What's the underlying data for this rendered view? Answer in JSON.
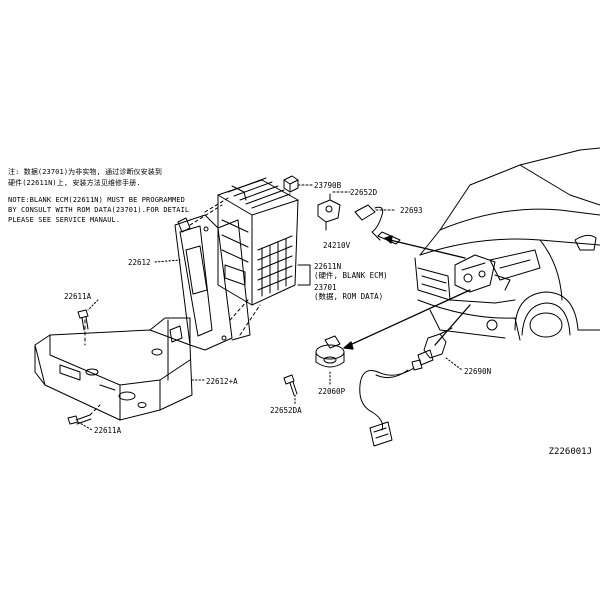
{
  "note": {
    "line1": "注: 数据(23701)为非实物, 通过诊断仪安装到",
    "line2": "硬件(22611N)上, 安装方法见维修手册.",
    "line3": "NOTE:BLANK ECM(22611N) MUST BE PROGRAMMED",
    "line4": "BY CONSULT WITH ROM DATA(23701).FOR DETAIL",
    "line5": "PLEASE SEE SERVICE MANAUL."
  },
  "labels": {
    "p23790B": "23790B",
    "p22652D": "22652D",
    "p22693": "22693",
    "p24210V": "24210V",
    "p22612": "22612",
    "p22611N": "22611N",
    "p22611N_desc": "(硬件, BLANK ECM)",
    "p23701": "23701",
    "p23701_desc": "(数据, ROM DATA)",
    "p22611A_top": "22611A",
    "p22612A": "22612+A",
    "p22611A_bottom": "22611A",
    "p22690N": "22690N",
    "p22060P": "22060P",
    "p22652DA": "22652DA"
  },
  "diagram_code": "Z226001J"
}
